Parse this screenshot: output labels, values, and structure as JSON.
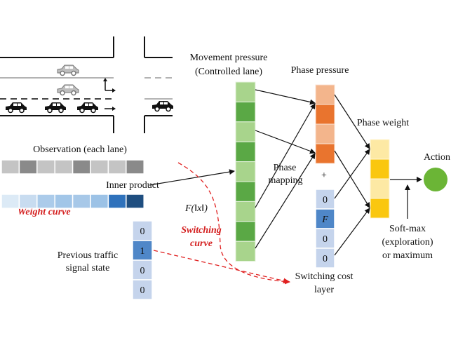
{
  "labels": {
    "movement_pressure_1": "Movement pressure",
    "movement_pressure_2": "(Controlled lane)",
    "phase_pressure": "Phase pressure",
    "phase_weight": "Phase weight",
    "action": "Action",
    "observation": "Observation (each lane)",
    "inner_product": "Inner product",
    "weight_curve": "Weight curve",
    "f_norm": "F(‖x‖)",
    "switching_curve_1": "Switching",
    "switching_curve_2": "curve",
    "prev_state_1": "Previous traffic",
    "prev_state_2": "signal state",
    "phase_mapping_1": "Phase",
    "phase_mapping_2": "mapping",
    "plus": "+",
    "softmax_1": "Soft-max",
    "softmax_2": "(exploration)",
    "softmax_3": "or maximum",
    "switching_cost_1": "Switching cost",
    "switching_cost_2": "layer"
  },
  "switching_cost_cells": [
    "0",
    "F",
    "0",
    "0"
  ],
  "prev_state_cells": [
    "0",
    "1",
    "0",
    "0"
  ],
  "colors": {
    "movement": [
      "#a8d48c",
      "#5aa845",
      "#a8d48c",
      "#5aa845",
      "#a8d48c",
      "#5aa845",
      "#a8d48c",
      "#5aa845",
      "#a8d48c"
    ],
    "phase_pressure": [
      "#f3b58c",
      "#e9742e",
      "#f3b58c",
      "#e9742e"
    ],
    "phase_weight": [
      "#fde9a4",
      "#fac70f",
      "#fde9a4",
      "#fac70f"
    ],
    "observation": [
      "#c4c4c4",
      "#8a8a8a",
      "#c4c4c4",
      "#c4c4c4",
      "#8a8a8a",
      "#c4c4c4",
      "#c4c4c4",
      "#8a8a8a"
    ],
    "weight_curve": [
      "#dceaf6",
      "#c8dcf0",
      "#abcbea",
      "#a2c6e8",
      "#a7c8e8",
      "#9cc2e6",
      "#2f72bc",
      "#1f4e80"
    ],
    "switching_cost": [
      "#c5d4ec",
      "#4f87c8",
      "#c5d4ec",
      "#c5d4ec"
    ],
    "prev_state": [
      "#c5d4ec",
      "#4f87c8",
      "#c5d4ec",
      "#c5d4ec"
    ],
    "action": "#6bb536",
    "red": "#e02020"
  }
}
